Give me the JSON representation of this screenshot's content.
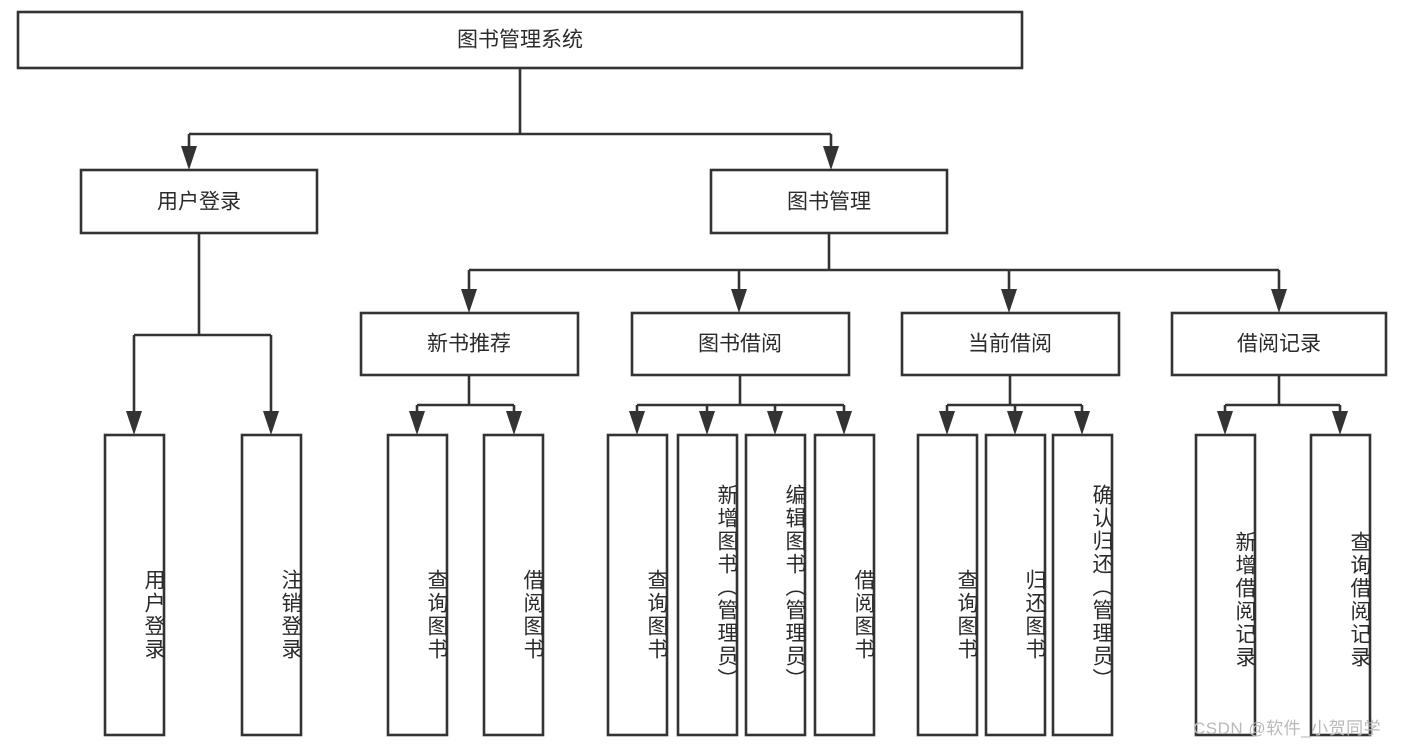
{
  "diagram": {
    "type": "tree",
    "title": "图书管理系统",
    "watermark": "CSDN @软件_小贺同学",
    "colors": {
      "stroke": "#333333",
      "fill": "#ffffff",
      "text": "#2b2b2b",
      "watermark": "#b9b9b9",
      "background": "#ffffff"
    },
    "root": {
      "label": "图书管理系统",
      "level": 1
    },
    "level2": [
      {
        "label": "用户登录"
      },
      {
        "label": "图书管理"
      }
    ],
    "level3": [
      {
        "label": "新书推荐"
      },
      {
        "label": "图书借阅"
      },
      {
        "label": "当前借阅"
      },
      {
        "label": "借阅记录"
      }
    ],
    "leaves": {
      "user_login": [
        {
          "label": "用户登录"
        },
        {
          "label": "注销登录"
        }
      ],
      "new_book_recommend": [
        {
          "label": "查询图书"
        },
        {
          "label": "借阅图书"
        }
      ],
      "book_borrow": [
        {
          "label": "查询图书"
        },
        {
          "label": "新增图书（管理员）"
        },
        {
          "label": "编辑图书（管理员）"
        },
        {
          "label": "借阅图书"
        }
      ],
      "current_borrow": [
        {
          "label": "查询图书"
        },
        {
          "label": "归还图书"
        },
        {
          "label": "确认归还（管理员）"
        }
      ],
      "borrow_record": [
        {
          "label": "新增借阅记录"
        },
        {
          "label": "查询借阅记录"
        }
      ]
    }
  }
}
